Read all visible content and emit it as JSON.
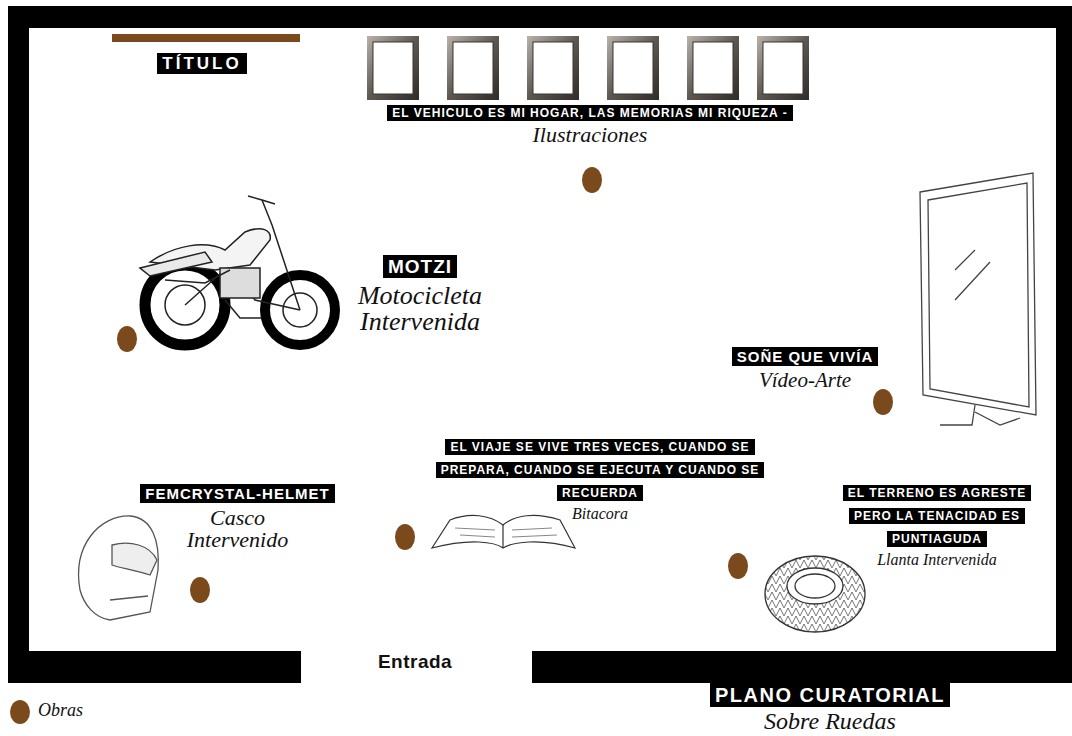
{
  "diagram": {
    "title": "PLANO CURATORIAL",
    "caption": "Sobre Ruedas",
    "nodes": [
      {
        "text": [
          "EL VEHICULO ES MI HOGAR, LAS MEMORIAS MI RIQUEZA -",
          "Ilustraciones"
        ]
      },
      {
        "text": [
          "MOTZI",
          "Motocicleta Intervenida"
        ]
      },
      {
        "text": [
          "SOÑE QUE VIVÍA",
          "Vídeo-Arte"
        ]
      },
      {
        "text": [
          "EL VIAJE SE VIVE TRES VECES, CUANDO SE PREPARA, CUANDO SE EJECUTA Y CUANDO SE RECUERDA",
          "Bitacora"
        ]
      },
      {
        "text": [
          "FEMCRYSTAL-HELMET",
          "Casco Intervenido"
        ]
      },
      {
        "text": [
          "EL TERRENO ES AGRESTE PERO LA TENACIDAD ES PUNTIAGUDA",
          "Llanta Intervenida"
        ]
      }
    ],
    "labels": [
      "TÍTULO",
      "Entrada"
    ],
    "legend": [
      {
        "text": "Obras",
        "color": "#7b4a1c"
      }
    ]
  }
}
